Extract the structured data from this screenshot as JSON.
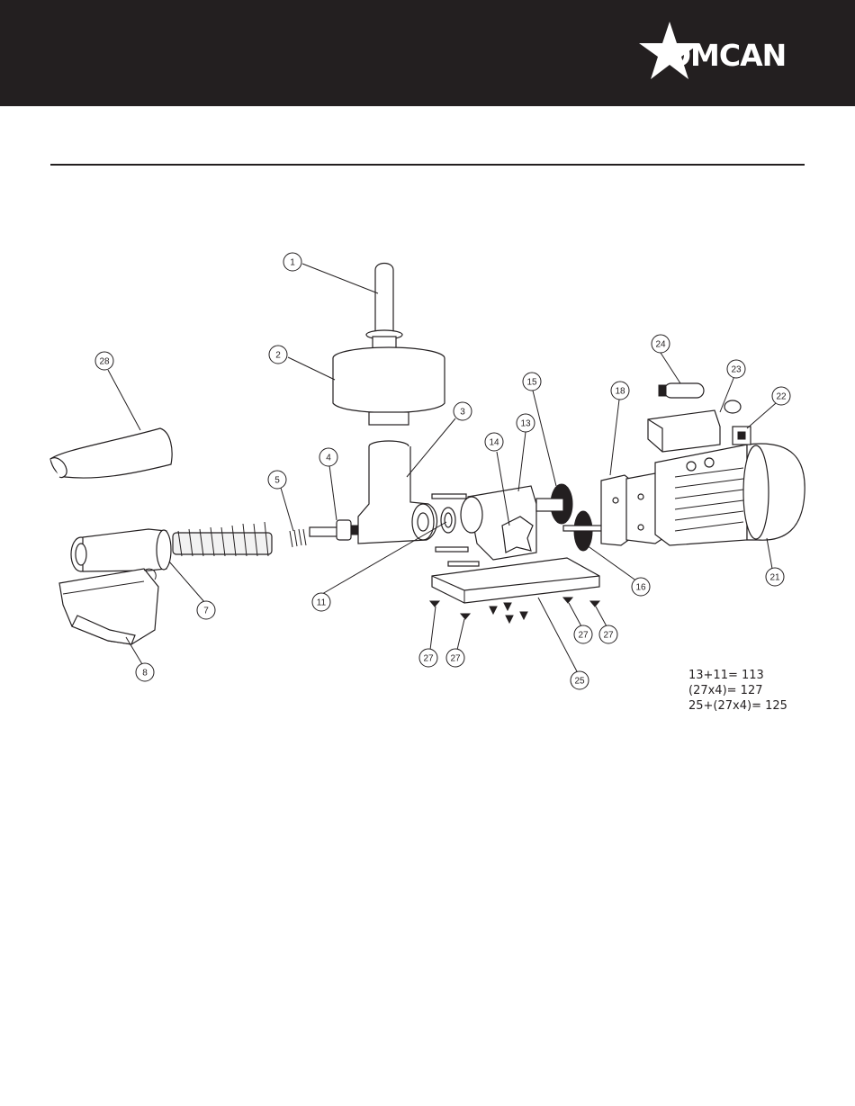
{
  "header": {
    "brand": "OMCAN",
    "background_color": "#231f20",
    "logo_icon": "star-icon"
  },
  "diagram": {
    "callouts": [
      {
        "id": "c1",
        "label": "1"
      },
      {
        "id": "c2",
        "label": "2"
      },
      {
        "id": "c3",
        "label": "3"
      },
      {
        "id": "c4",
        "label": "4"
      },
      {
        "id": "c5",
        "label": "5"
      },
      {
        "id": "c7",
        "label": "7"
      },
      {
        "id": "c8",
        "label": "8"
      },
      {
        "id": "c11",
        "label": "11"
      },
      {
        "id": "c13",
        "label": "13"
      },
      {
        "id": "c14",
        "label": "14"
      },
      {
        "id": "c15",
        "label": "15"
      },
      {
        "id": "c16",
        "label": "16"
      },
      {
        "id": "c18",
        "label": "18"
      },
      {
        "id": "c21",
        "label": "21"
      },
      {
        "id": "c22",
        "label": "22"
      },
      {
        "id": "c23",
        "label": "23"
      },
      {
        "id": "c24",
        "label": "24"
      },
      {
        "id": "c25",
        "label": "25"
      },
      {
        "id": "c27a",
        "label": "27"
      },
      {
        "id": "c27b",
        "label": "27"
      },
      {
        "id": "c27c",
        "label": "27"
      },
      {
        "id": "c27d",
        "label": "27"
      },
      {
        "id": "c28",
        "label": "28"
      }
    ],
    "notes": [
      "13+11= 113",
      "(27x4)= 127",
      "25+(27x4)= 125"
    ]
  }
}
